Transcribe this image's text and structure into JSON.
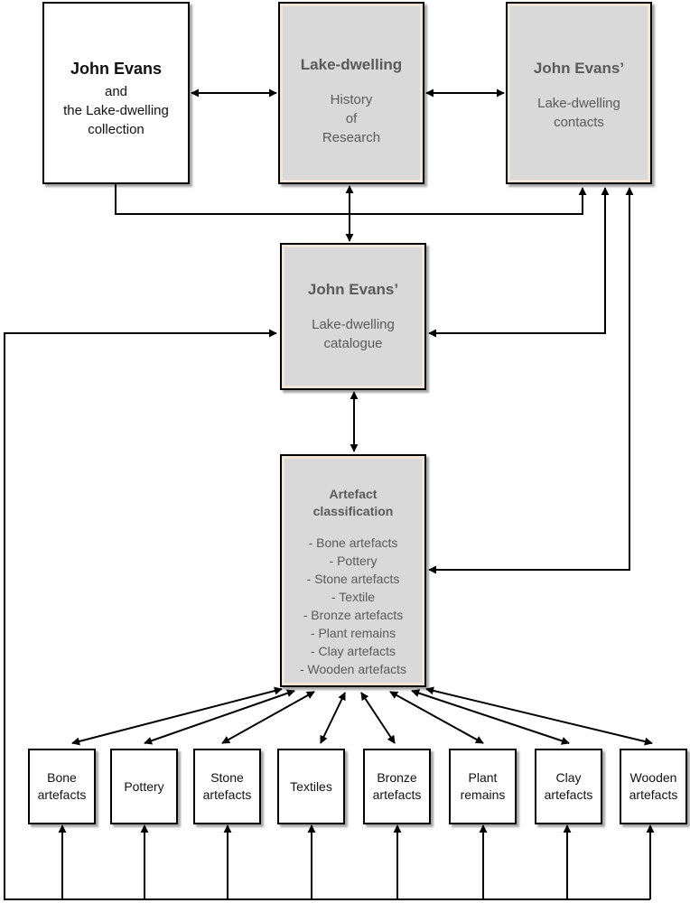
{
  "boxes": {
    "collection": {
      "title": "John Evans",
      "lines": [
        "and",
        "the Lake-dwelling",
        "collection"
      ]
    },
    "research": {
      "title": "Lake-dwelling",
      "lines": [
        "History",
        "of",
        "Research"
      ]
    },
    "contacts": {
      "title": "John Evans’",
      "lines": [
        "Lake-dwelling",
        "contacts"
      ]
    },
    "catalogue": {
      "title": "John Evans’",
      "lines": [
        "Lake-dwelling",
        "catalogue"
      ]
    },
    "classification": {
      "title_lines": [
        "Artefact",
        "classification"
      ],
      "items": [
        "- Bone artefacts",
        "- Pottery",
        "- Stone artefacts",
        "- Textile",
        "- Bronze artefacts",
        "- Plant remains",
        "- Clay artefacts",
        "- Wooden artefacts"
      ]
    }
  },
  "categories": [
    {
      "id": "bone",
      "lines": [
        "Bone",
        "artefacts"
      ]
    },
    {
      "id": "pottery",
      "lines": [
        "Pottery"
      ]
    },
    {
      "id": "stone",
      "lines": [
        "Stone",
        "artefacts"
      ]
    },
    {
      "id": "textiles",
      "lines": [
        "Textiles"
      ]
    },
    {
      "id": "bronze",
      "lines": [
        "Bronze",
        "artefacts"
      ]
    },
    {
      "id": "plant",
      "lines": [
        "Plant",
        "remains"
      ]
    },
    {
      "id": "clay",
      "lines": [
        "Clay",
        "artefacts"
      ]
    },
    {
      "id": "wooden",
      "lines": [
        "Wooden",
        "artefacts"
      ]
    }
  ],
  "colors": {
    "grey_box": "#d9d9d9",
    "grey_text": "#5a5a5a",
    "line": "#000000"
  }
}
